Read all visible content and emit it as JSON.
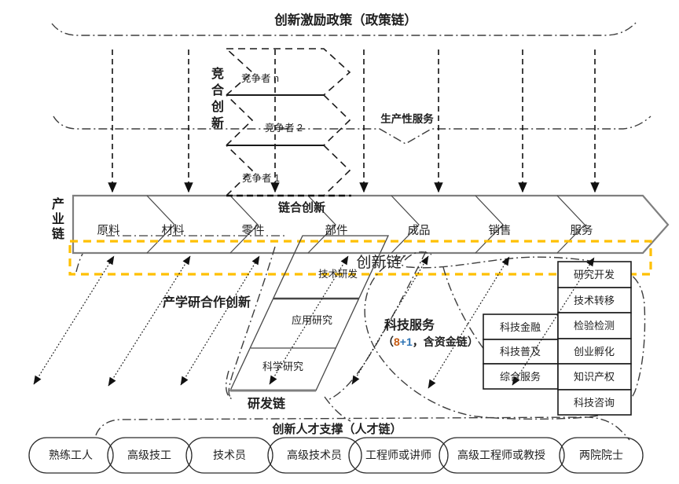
{
  "title": "创新激励政策（政策链）",
  "labels": {
    "productive_services": "生产性服务",
    "coopetition_vertical": "竞合创新",
    "industry_chain_vertical": "产业链",
    "chain_innovation": "链合创新",
    "innovation_chain": "创新链",
    "iur_innovation": "产学研合作创新",
    "rd_chain": "研发链",
    "tech_services_title": "科技服务",
    "tech_services_sub_prefix": "（",
    "tech_services_sub_orange": "8",
    "tech_services_sub_blue": "+1",
    "tech_services_sub_suffix": "，含资金链）",
    "talent_support": "创新人才支撑（人才链）"
  },
  "competitors": [
    "竞争者 n",
    "竞争者 2",
    "竞争者 1"
  ],
  "industry_chain": {
    "segments": [
      "原料",
      "材料",
      "零件",
      "部件",
      "成品",
      "销售",
      "服务"
    ]
  },
  "rd_chain": {
    "levels": [
      "技术研发",
      "应用研究",
      "科学研究"
    ]
  },
  "tech_services": {
    "left_column": [
      "科技金融",
      "科技普及",
      "综合服务"
    ],
    "right_column": [
      "研究开发",
      "技术转移",
      "检验检测",
      "创业孵化",
      "知识产权",
      "科技咨询"
    ]
  },
  "talent_chain": {
    "items": [
      "熟练工人",
      "高级技工",
      "技术员",
      "高级技术员",
      "工程师或讲师",
      "高级工程师或教授",
      "两院院士"
    ]
  },
  "colors": {
    "accent_orange_dash": "#FFC000",
    "innovation_chain_text": "#E39A6B",
    "sub_orange": "#C55A11",
    "sub_blue": "#2E74B5"
  }
}
